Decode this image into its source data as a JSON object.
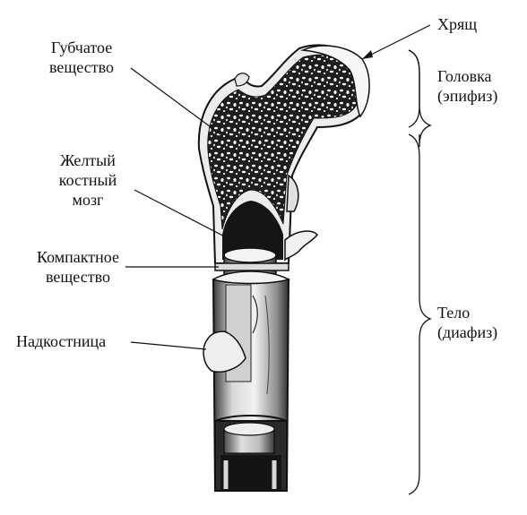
{
  "labels": {
    "spongy": {
      "line1": "Губчатое",
      "line2": "вещество"
    },
    "marrow": {
      "line1": "Желтый",
      "line2": "костный",
      "line3": "мозг"
    },
    "compact": {
      "line1": "Компактное",
      "line2": "вещество"
    },
    "periosteum": {
      "line1": "Надкостница"
    },
    "cartilage": {
      "line1": "Хрящ"
    },
    "head": {
      "line1": "Головка",
      "line2": "(эпифиз)"
    },
    "body": {
      "line1": "Тело",
      "line2": "(диафиз)"
    }
  },
  "colors": {
    "ink": "#111111",
    "bone_light": "#e6e6e6",
    "bone_shadow": "#6a6a6a",
    "cavity": "#1a1a1a"
  }
}
